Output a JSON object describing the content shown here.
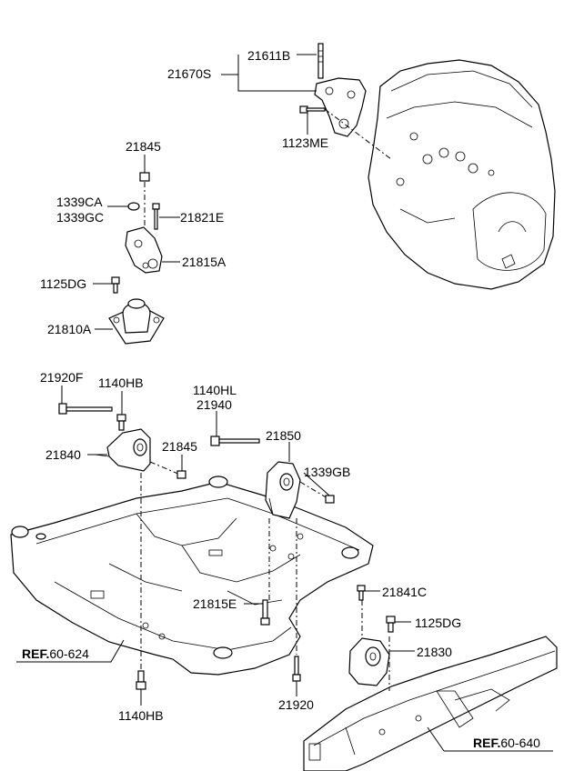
{
  "labels": {
    "l_21611B": "21611B",
    "l_21670S": "21670S",
    "l_1123ME": "1123ME",
    "l_21845_top": "21845",
    "l_1339CA": "1339CA",
    "l_1339GC": "1339GC",
    "l_21821E": "21821E",
    "l_21815A": "21815A",
    "l_1125DG_top": "1125DG",
    "l_21810A": "21810A",
    "l_21920F": "21920F",
    "l_1140HB_top": "1140HB",
    "l_1140HL": "1140HL",
    "l_21940": "21940",
    "l_21840": "21840",
    "l_21845_mid": "21845",
    "l_21850": "21850",
    "l_1339GB": "1339GB",
    "l_21815E": "21815E",
    "l_21841C": "21841C",
    "l_1125DG_bot": "1125DG",
    "l_21830": "21830",
    "l_21920": "21920",
    "l_1140HB_bot": "1140HB"
  },
  "refs": {
    "ref1_prefix": "REF.",
    "ref1_num": "60-624",
    "ref2_prefix": "REF.",
    "ref2_num": "60-640"
  }
}
